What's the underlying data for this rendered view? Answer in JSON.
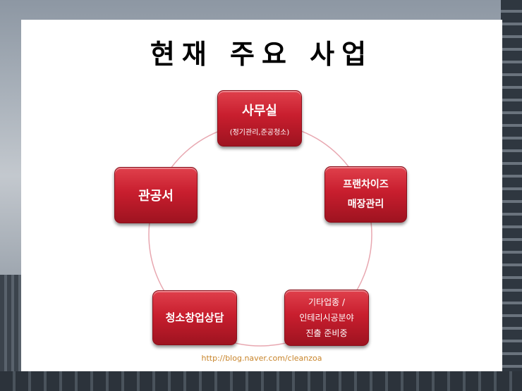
{
  "title": "현재 주요 사업",
  "nodes": {
    "top": {
      "line1": "사무실",
      "line2": "(정기관리,준공청소)"
    },
    "right": {
      "line1": "프랜차이즈",
      "line2": "매장관리"
    },
    "bottom_right": {
      "line1": "기타업종 /",
      "line2": "인테리시공분야",
      "line3": "진출 준비중"
    },
    "bottom_left": {
      "line1": "청소창업상담"
    },
    "left": {
      "line1": "관공서"
    }
  },
  "footer": {
    "url": "http://blog.naver.com/cleanzoa"
  },
  "colors": {
    "node": "#c81e2e",
    "ring": "#e8a7b0",
    "url": "#c8842a"
  }
}
